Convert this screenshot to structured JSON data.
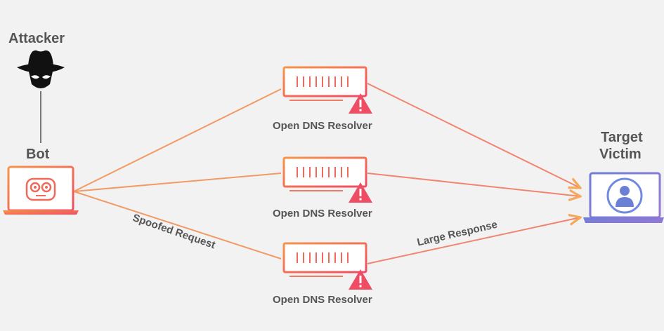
{
  "labels": {
    "attacker": "Attacker",
    "bot": "Bot",
    "target_line1": "Target",
    "target_line2": "Victim",
    "spoofed_request": "Spoofed Request",
    "large_response": "Large Response"
  },
  "resolvers": [
    {
      "label": "Open DNS Resolver"
    },
    {
      "label": "Open DNS Resolver"
    },
    {
      "label": "Open DNS Resolver"
    }
  ],
  "icons": {
    "attacker": "spy-hat-icon",
    "bot": "robot-laptop-icon",
    "server": "server-icon",
    "warning": "warning-triangle-icon",
    "victim": "user-laptop-icon"
  },
  "colors": {
    "background": "#f2f2f2",
    "gradient_start": "#f7944a",
    "gradient_end": "#ef5566",
    "victim_blue": "#6b7fd6",
    "victim_purple": "#9a77d3",
    "label_gray": "#555555"
  }
}
